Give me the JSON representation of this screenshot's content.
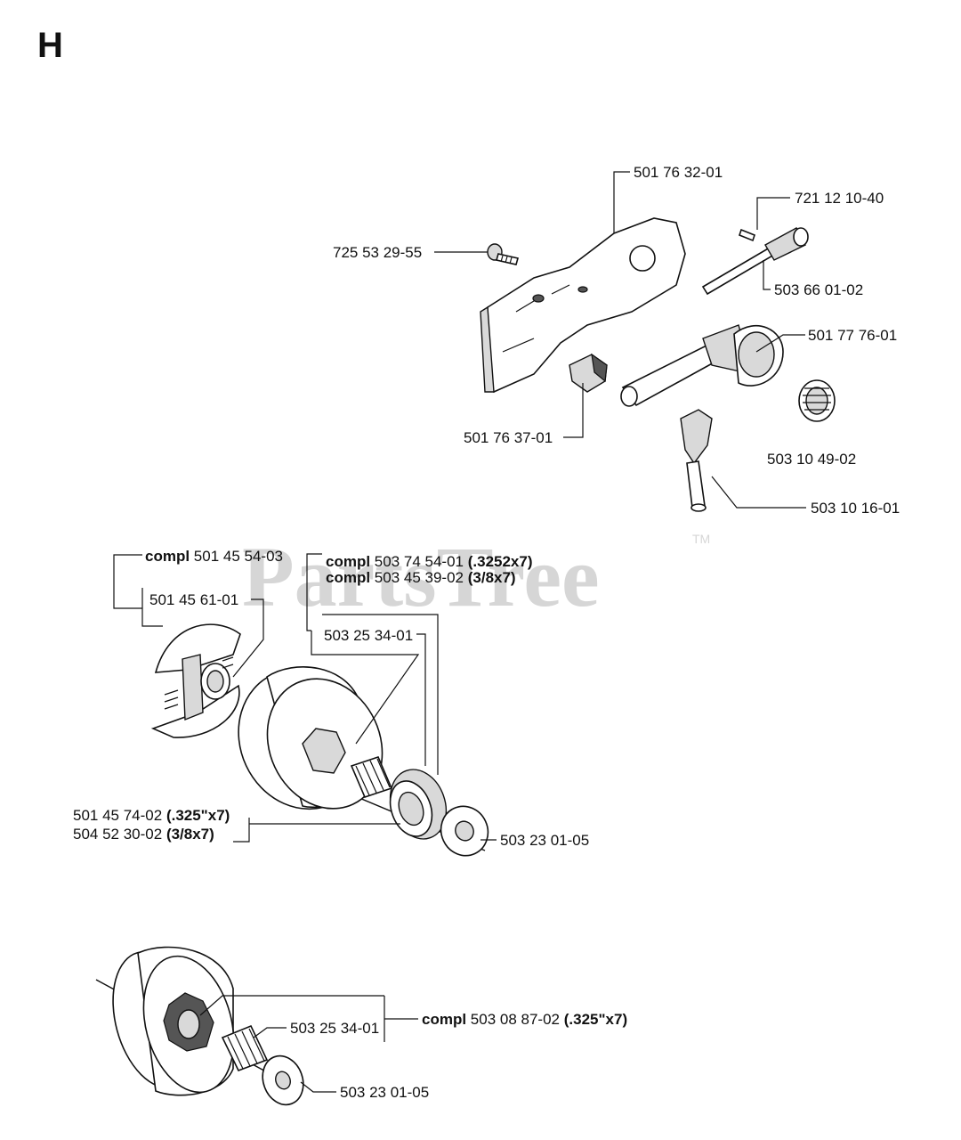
{
  "section_letter": "H",
  "watermark": {
    "text": "PartsTree",
    "trademark": "TM"
  },
  "labels": {
    "guide_plate": "501 76 32-01",
    "screw": "725 53 29-55",
    "pin": "721 12 10-40",
    "adjuster_shaft": "503 66 01-02",
    "oil_pump": "501 77 76-01",
    "chain_tensioner": "501 76 37-01",
    "worm_gear": "503 10 49-02",
    "pump_piston": "503 10 16-01",
    "clutch_compl_bold": "compl",
    "clutch_compl": "501 45 54-03",
    "clutch_shoe": "501 45 61-01",
    "drum_compl_a_bold": "compl",
    "drum_compl_a": "503 74 54-01",
    "drum_compl_a_spec": "(.3252x7)",
    "drum_compl_b_bold": "compl",
    "drum_compl_b": "503 45 39-02",
    "drum_compl_b_spec": "(3/8x7)",
    "needle_bearing": "503 25 34-01",
    "rim_a": "501 45 74-02",
    "rim_a_spec": "(.325\"x7)",
    "rim_b": "504 52 30-02",
    "rim_b_spec": "(3/8x7)",
    "washer": "503 23 01-05",
    "spur_compl_bold": "compl",
    "spur_compl": "503 08 87-02",
    "spur_compl_spec": "(.325\"x7)",
    "needle_bearing_2": "503 25 34-01",
    "washer_2": "503 23 01-05"
  }
}
